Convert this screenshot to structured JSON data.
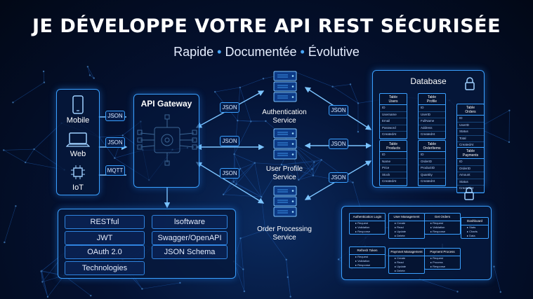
{
  "header": {
    "title": "JE DÉVELOPPE VOTRE API REST SÉCURISÉE",
    "tagline": [
      "Rapide",
      "Documentée",
      "Évolutive"
    ]
  },
  "clients": [
    {
      "label": "Mobile",
      "icon": "phone-icon",
      "protocol": "JSON"
    },
    {
      "label": "Web",
      "icon": "laptop-icon",
      "protocol": "JSON"
    },
    {
      "label": "IoT",
      "icon": "chip-icon",
      "protocol": "MQTT"
    }
  ],
  "gateway": {
    "title": "API Gateway"
  },
  "services": [
    {
      "line1": "Authentication",
      "line2": "Service",
      "in": "JSON",
      "out": "JSON"
    },
    {
      "line1": "User Profile",
      "line2": "Service",
      "in": "JSON",
      "out": "JSON"
    },
    {
      "line1": "Order Processing",
      "line2": "Service",
      "in": "JSON",
      "out": "JSON"
    }
  ],
  "database": {
    "title": "Database",
    "tables": [
      {
        "title1": "Table",
        "title2": "Users",
        "fields": [
          "ID",
          "Username",
          "Email",
          "Password",
          "CreatedAt"
        ]
      },
      {
        "title1": "Table",
        "title2": "Profile",
        "fields": [
          "ID",
          "UserID",
          "FullName",
          "Address",
          "CreatedAt"
        ]
      },
      {
        "title1": "Table",
        "title2": "Orders",
        "fields": [
          "ID",
          "UserID",
          "Status",
          "Total",
          "CreatedAt"
        ]
      },
      {
        "title1": "Table",
        "title2": "Products",
        "fields": [
          "ID",
          "Name",
          "Price",
          "Stock",
          "CreatedAt"
        ]
      },
      {
        "title1": "Table",
        "title2": "OrderItems",
        "fields": [
          "ID",
          "OrderID",
          "ProductID",
          "Quantity",
          "CreatedAt"
        ]
      },
      {
        "title1": "Table",
        "title2": "Payments",
        "fields": [
          "ID",
          "OrderID",
          "Amount",
          "Status",
          "CreatedAt"
        ]
      }
    ]
  },
  "tech": {
    "items": [
      "RESTful",
      "lsoftware",
      "JWT",
      "Swagger/OpenAPI",
      "OAuth 2.0",
      "JSON Schema",
      "Technologies"
    ]
  },
  "flow": {
    "modules": [
      {
        "title": "Authentication Login",
        "rows": [
          "Request",
          "Validation",
          "Response"
        ]
      },
      {
        "title": "User Management",
        "rows": [
          "Create",
          "Read",
          "Update",
          "Delete"
        ]
      },
      {
        "title": "Get Orders",
        "rows": [
          "Request",
          "Validation",
          "Response"
        ]
      },
      {
        "title": "Dashboard",
        "rows": [
          "Stats",
          "Charts",
          "Data"
        ]
      },
      {
        "title": "Refresh Token",
        "rows": [
          "Request",
          "Validation",
          "Response"
        ]
      },
      {
        "title": "Paymnet Management",
        "rows": [
          "Create",
          "Read",
          "Update",
          "Delete"
        ]
      },
      {
        "title": "Payment Process",
        "rows": [
          "Request",
          "Process",
          "Response"
        ]
      }
    ]
  },
  "colors": {
    "accent": "#3aa0ff",
    "background": "#030a1c",
    "glow": "#4aa8ff"
  }
}
